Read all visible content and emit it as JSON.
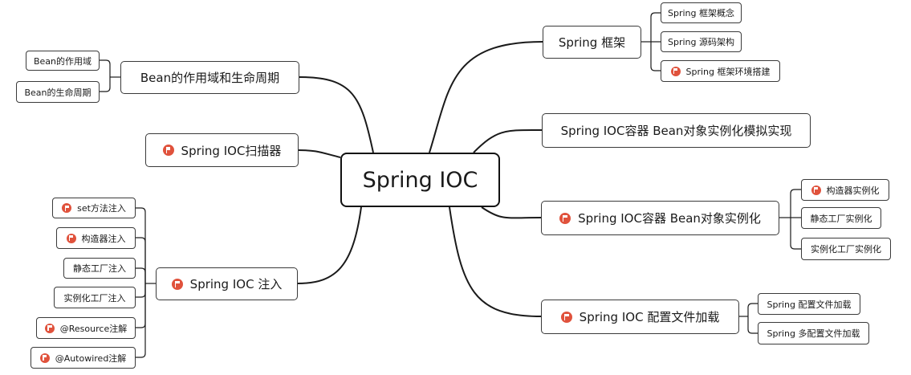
{
  "root": {
    "label": "Spring IOC"
  },
  "branches": {
    "framework": {
      "label": "Spring 框架",
      "children": [
        {
          "label": "Spring 框架概念"
        },
        {
          "label": "Spring 源码架构"
        },
        {
          "label": "Spring 框架环境搭建"
        }
      ]
    },
    "container_simulation": {
      "label": "Spring IOC容器 Bean对象实例化模拟实现"
    },
    "container_instantiation": {
      "label": "Spring IOC容器 Bean对象实例化",
      "children": [
        {
          "label": "构造器实例化"
        },
        {
          "label": "静态工厂实例化"
        },
        {
          "label": "实例化工厂实例化"
        }
      ]
    },
    "config_loading": {
      "label": "Spring IOC 配置文件加载",
      "children": [
        {
          "label": "Spring 配置文件加载"
        },
        {
          "label": "Spring 多配置文件加载"
        }
      ]
    },
    "bean_scope": {
      "label": "Bean的作用域和生命周期",
      "children": [
        {
          "label": "Bean的作用域"
        },
        {
          "label": "Bean的生命周期"
        }
      ]
    },
    "scanner": {
      "label": "Spring IOC扫描器"
    },
    "injection": {
      "label": "Spring IOC 注入",
      "children": [
        {
          "label": "set方法注入"
        },
        {
          "label": "构造器注入"
        },
        {
          "label": "静态工厂注入"
        },
        {
          "label": "实例化工厂注入"
        },
        {
          "label": "@Resource注解"
        },
        {
          "label": "@Autowired注解"
        }
      ]
    }
  },
  "colors": {
    "flag": "#e0523c",
    "line": "#1a1a1a",
    "border": "#3a3a3a"
  }
}
